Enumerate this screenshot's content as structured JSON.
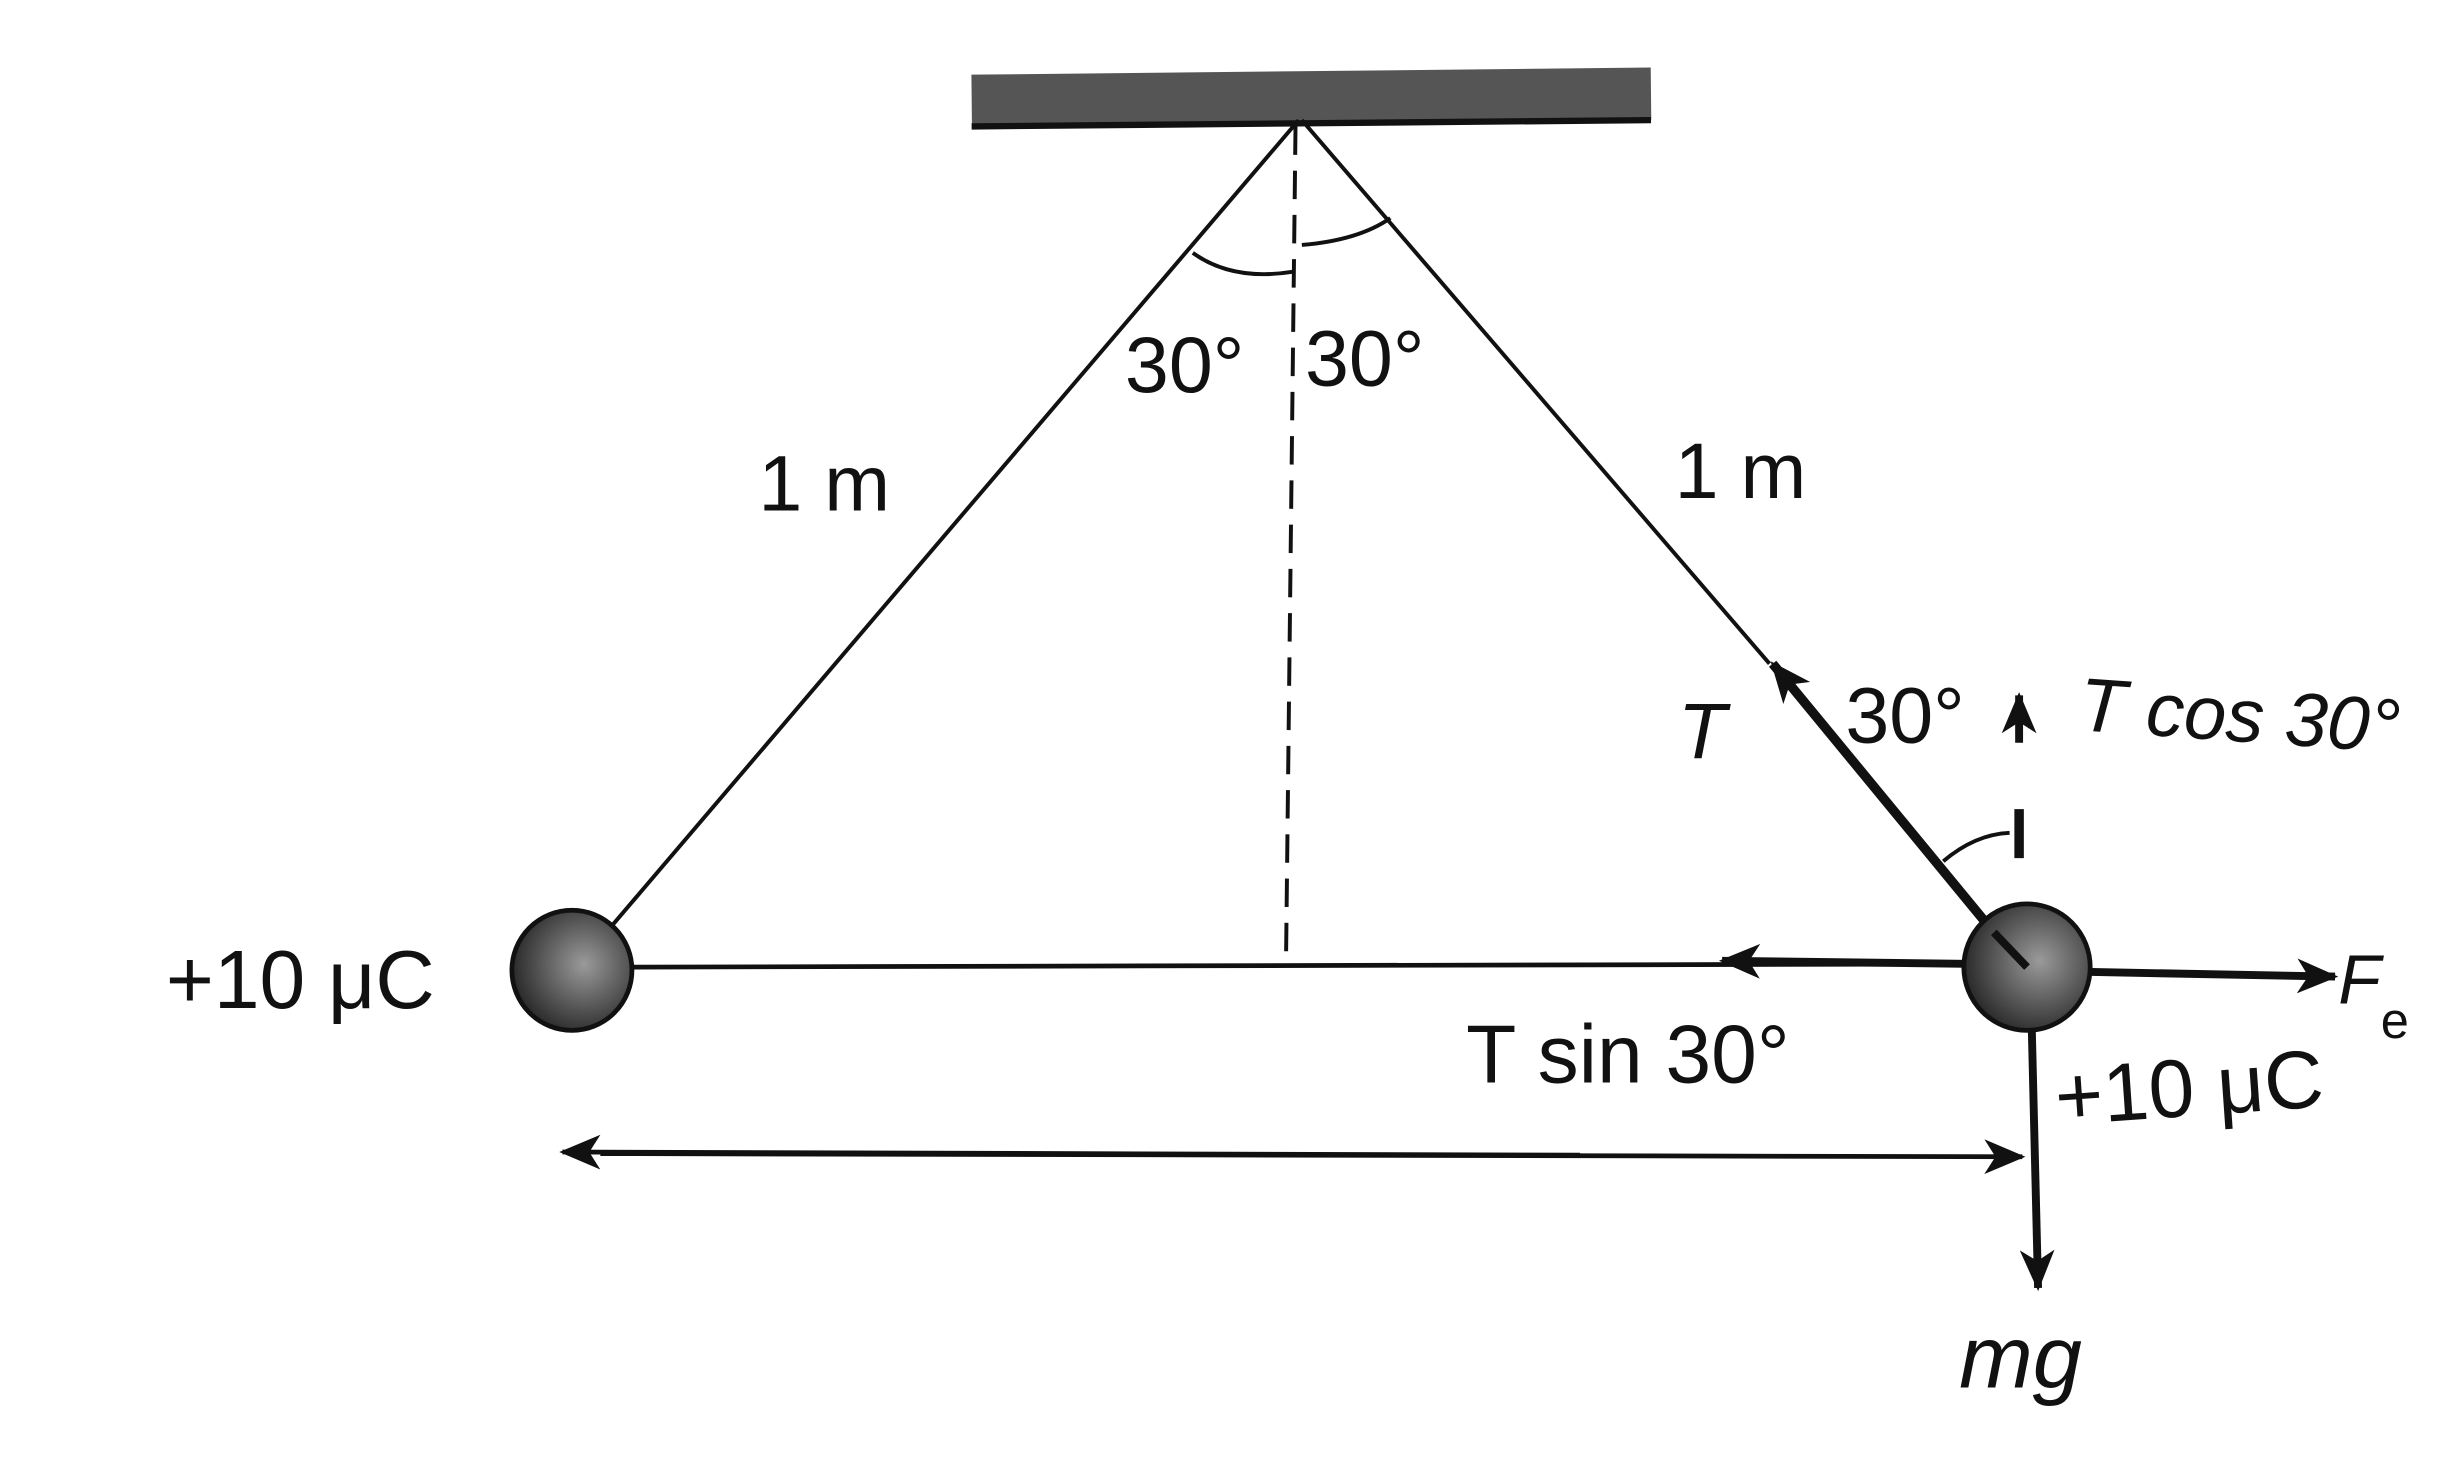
{
  "diagram": {
    "angle_left": "30°",
    "angle_right": "30°",
    "length_left": "1 m",
    "length_right": "1 m",
    "charge_left": "+10 μC",
    "charge_right": "+10 μC",
    "tension_label": "T",
    "tension_angle": "30°",
    "t_cos_label": "T cos 30°",
    "t_sin_label": "T sin 30°",
    "electric_force": "F",
    "electric_force_sub": "e",
    "weight_label": "mg",
    "colors": {
      "ink": "#111111",
      "ball": "#3a3a3a",
      "support": "#4a4a4a"
    }
  }
}
